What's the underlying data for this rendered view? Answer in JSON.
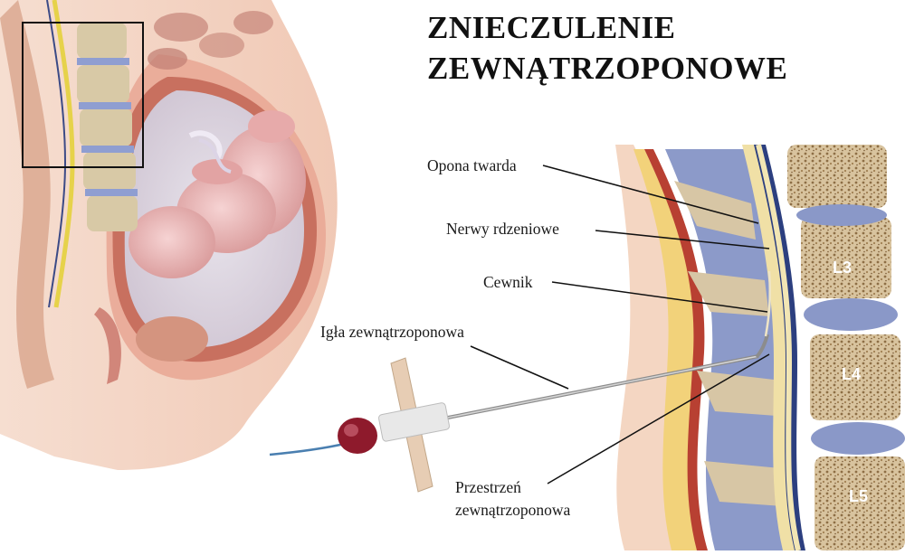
{
  "title": {
    "line1": "ZNIECZULENIE",
    "line2": "ZEWNĄTRZOPONOWE"
  },
  "labels": {
    "dura": "Opona twarda",
    "nerves": "Nerwy rdzeniowe",
    "catheter": "Cewnik",
    "needle": "Igła zewnątrzoponowa",
    "epidural_space_line1": "Przestrzeń",
    "epidural_space_line2": "zewnątrzoponowa"
  },
  "vertebrae": {
    "l3": "L3",
    "l4": "L4",
    "l5": "L5"
  },
  "colors": {
    "skin": "#f2cdb8",
    "uterus_wall": "#c8705f",
    "fetus": "#e9b4b4",
    "bone": "#c9b79a",
    "disc": "#8a98c8",
    "dura": "#2c3f7f",
    "muscle": "#b84032",
    "fat": "#f2d27a",
    "needle_hub": "#8e1a2c"
  }
}
